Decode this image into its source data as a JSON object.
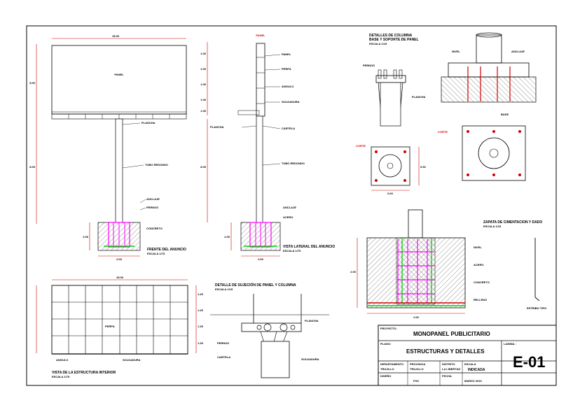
{
  "title_block": {
    "project_label": "PROYECTO:",
    "project_name": "MONOPANEL PUBLICITARIO",
    "plano_label": "PLANO:",
    "plano_name": "ESTRUCTURAS Y DETALLES",
    "lamina_label": "LAMINA :",
    "sheet_code": "E-01",
    "dept_label": "DEPARTAMENTO",
    "dept_value": "TRUJILLO",
    "prov_label": "PROVINCIA",
    "prov_value": "TRUJILLO",
    "dist_label": "DISTRITO",
    "dist_value": "LA LIBERTAD",
    "scale_label": "ESCALA",
    "scale_value": "INDICADA",
    "design_label": "DISEÑO",
    "design_value": "FGC",
    "date_label": "FECHA",
    "date_value": "MARZO 2016"
  },
  "views": {
    "front_title": "FRENTE DEL ANUNCIO",
    "front_scale": "ESCALA 1/75",
    "side_title": "VISTA LATERAL DEL ANUNCIO",
    "side_scale": "ESCALA 1/75",
    "structure_title": "VISTA DE LA ESTRUCTURA INTERIOR",
    "structure_scale": "ESCALA 1/75",
    "column_title": "DETALLES DE COLUMNA",
    "column_subtitle": "BASE Y SOPORTE DE PANEL",
    "column_scale": "ESCALA 1/15",
    "union_title": "DETALLE DE SUJECIÓN DE PANEL Y COLUMNA",
    "union_scale": "ESCALA 1/15",
    "footing_title": "ZAPATA DE CIMENTACION Y DADO",
    "footing_scale": "ESCALA 1/15",
    "stirrup_label": "ESTRIBO TIPO",
    "side_top_tag": "PANEL",
    "corte_a": "CORTE",
    "corte_b": "CORTE"
  },
  "dims": {
    "front_width": "15.00",
    "front_height_panel": "5.00",
    "front_height_col": "8.00",
    "side_h1": "1.00",
    "side_h2": "1.00",
    "side_h3": "1.00",
    "side_h4": "1.00",
    "side_h5": "1.00",
    "side_col": "8.00",
    "base_w": "2.00",
    "base_h": "2.00",
    "grid_w": "15.00",
    "grid_h1": "1.25",
    "grid_h2": "1.25",
    "grid_h3": "1.25",
    "grid_h4": "1.25",
    "plate_w": "0.60",
    "plate_h": "0.60",
    "footing_w": "2.00",
    "footing_h": "2.00"
  },
  "notes": {
    "panel": "PANEL",
    "tube": "TUBO REDONDO",
    "concrete": "CONCRETO",
    "plate": "PLANCHA",
    "bolt": "PERNOS",
    "anchor": "ANCLAJE",
    "rebar": "ACERO",
    "weld": "SOLDADURA",
    "profile": "PERFIL",
    "angle": "ANGULO",
    "stiffener": "CARTELA",
    "base": "BASE",
    "level": "NIVEL",
    "fill": "RELLENO"
  },
  "colors": {
    "rebar_magenta": "#ff00ff",
    "rebar_green": "#00d000",
    "dim_red": "#d00000",
    "line": "#000000"
  }
}
